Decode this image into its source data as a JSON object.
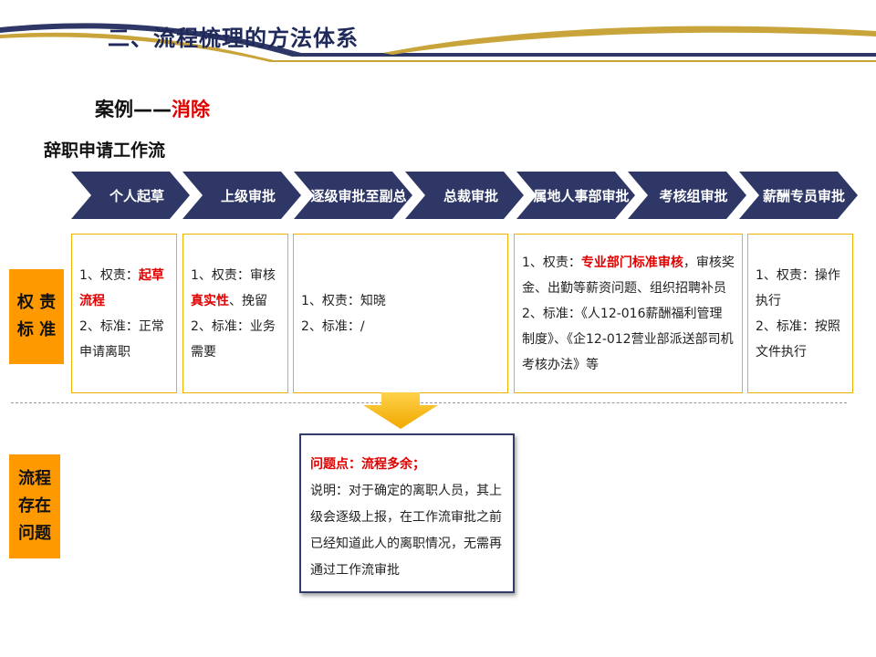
{
  "header": {
    "title": "二、流程梳理的方法体系"
  },
  "case": {
    "prefix": "案例——",
    "highlight": "消除"
  },
  "workflow_title": "辞职申请工作流",
  "steps": [
    {
      "label": "个人起草"
    },
    {
      "label": "上级审批"
    },
    {
      "label": "逐级审批至副总"
    },
    {
      "label": "总裁审批"
    },
    {
      "label": "属地人事部审批"
    },
    {
      "label": "考核组审批"
    },
    {
      "label": "薪酬专员审批"
    }
  ],
  "side_labels": {
    "responsibility": {
      "line1": "权 责",
      "line2": "标 准"
    },
    "problem": {
      "line1": "流程",
      "line2": "存在",
      "line3": "问题"
    }
  },
  "boxes": {
    "b1": {
      "a": "1、权责：",
      "b": "起草流程",
      "c": "2、标准：正常申请离职"
    },
    "b2": {
      "a": "1、权责：审核",
      "b": "真实性",
      "c": "、挽留",
      "d": "2、标准：业务需要"
    },
    "b3": {
      "a": "1、权责：知晓",
      "c": "2、标准：/"
    },
    "b4": {
      "a": "1、权责：",
      "b": "专业部门标准审核",
      "c": "，审核奖金、出勤等薪资问题、组织招聘补员",
      "d": "2、标准：《人12-016薪酬福利管理制度》、《企12-012营业部派送部司机考核办法》等"
    },
    "b5": {
      "a": "1、权责：操作执行",
      "c": "2、标准：按照文件执行"
    }
  },
  "issue": {
    "head": "问题点：流程多余；",
    "body": "说明：对于确定的离职人员，其上级会逐级上报，在工作流审批之前已经知道此人的离职情况，无需再通过工作流审批"
  },
  "colors": {
    "navy": "#2f3766",
    "gold": "#f0b000",
    "orange": "#ff9900",
    "red": "#e00000"
  }
}
